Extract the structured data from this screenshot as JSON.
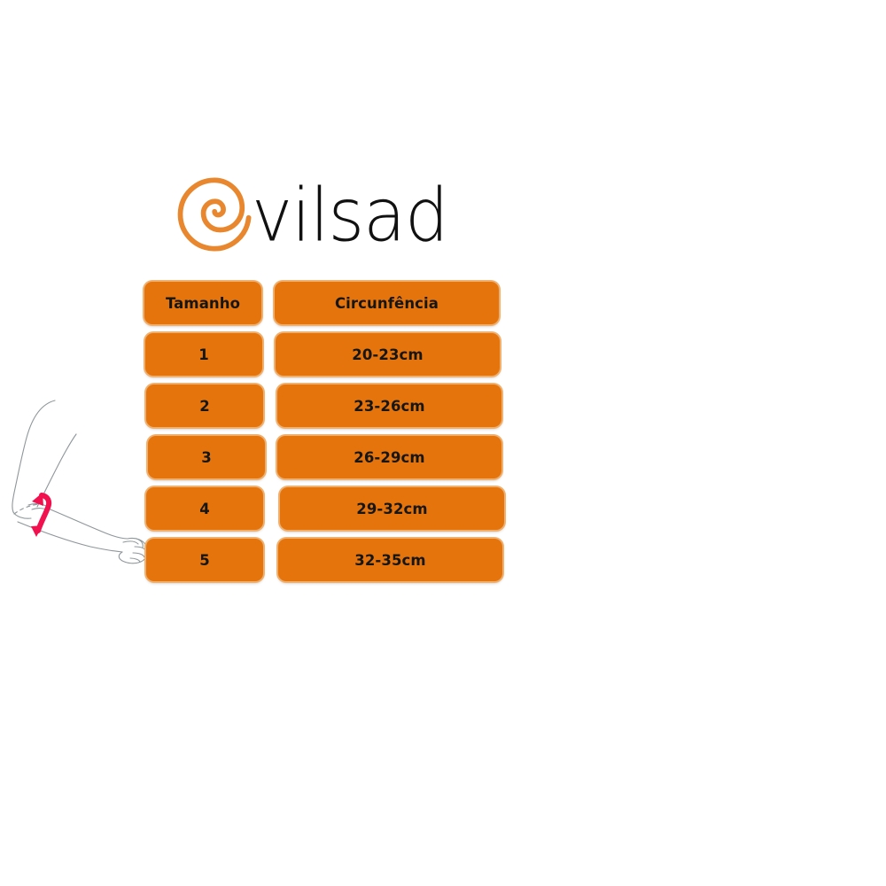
{
  "brand": {
    "wordmark": "vilsad",
    "mark_icon": "spiral-icon",
    "spiral_color": "#e8872e",
    "wordmark_color": "#111111"
  },
  "illustration": {
    "name": "arm-measurement-diagram",
    "description": "Bent arm line drawing with measurement arrow at the forearm",
    "line_color": "#8e9699",
    "arrow_color": "#f2114f",
    "arrow_icon": "double-arrow-icon"
  },
  "theme": {
    "cell_fill": "#e4740b",
    "cell_rim": "#efb070",
    "text_color": "#161616",
    "background": "#ffffff"
  },
  "table": {
    "headers": {
      "size": "Tamanho",
      "circumference": "Circunfência"
    },
    "rows": [
      {
        "size": "1",
        "circumference": "20-23cm"
      },
      {
        "size": "2",
        "circumference": "23-26cm"
      },
      {
        "size": "3",
        "circumference": "26-29cm"
      },
      {
        "size": "4",
        "circumference": "29-32cm"
      },
      {
        "size": "5",
        "circumference": "32-35cm"
      }
    ]
  }
}
